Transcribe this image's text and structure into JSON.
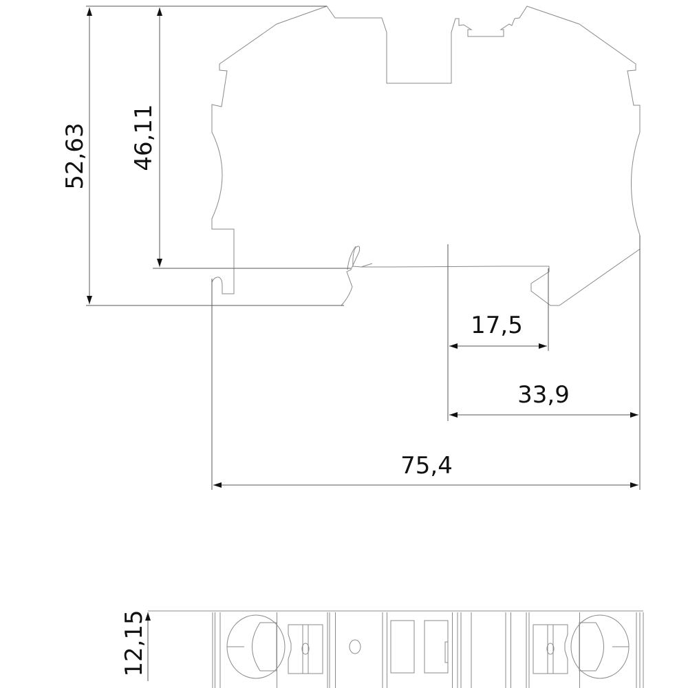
{
  "drawing": {
    "dimensions": {
      "overall_height": "52,63",
      "height_to_rail": "46,11",
      "rail_offset": "17,5",
      "half_depth": "33,9",
      "overall_depth": "75,4",
      "width": "12,15"
    },
    "line_color": "#8a8a8a",
    "dimension_color": "#111111"
  }
}
